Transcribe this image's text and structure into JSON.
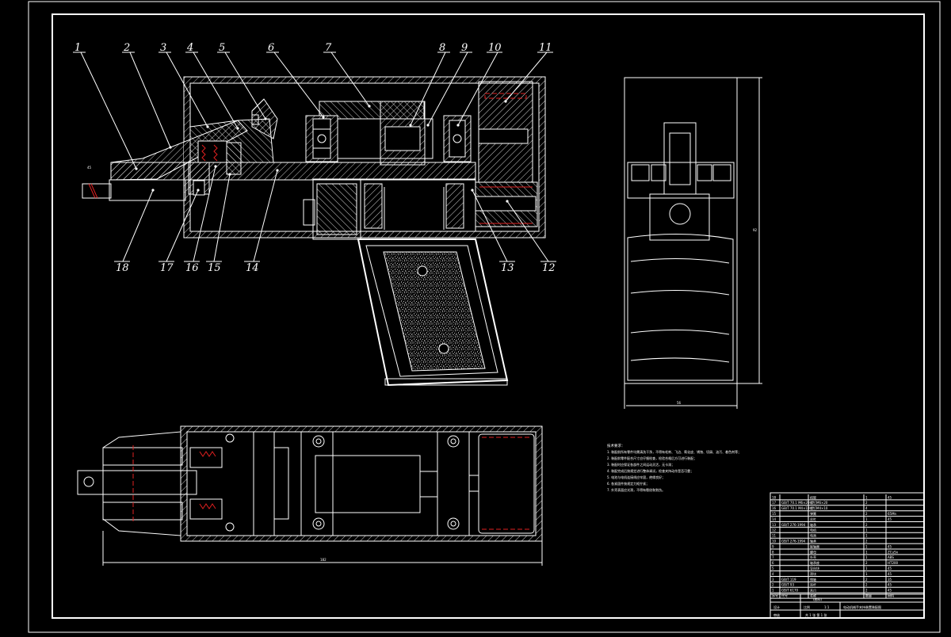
{
  "drawing": {
    "balloons": [
      "1",
      "2",
      "3",
      "4",
      "5",
      "6",
      "7",
      "8",
      "9",
      "10",
      "11",
      "12",
      "13",
      "14",
      "15",
      "16",
      "17",
      "18"
    ],
    "dimension_marks": {
      "left_tip": "45",
      "side_height": "92",
      "side_width": "56",
      "plan_length": "182"
    }
  },
  "notes": {
    "title": "技术要求：",
    "lines": [
      "1. 装配前所有零件均需清洗干净，不得有毛刺、飞边、氧化皮、锈蚀、切屑、油污、着色剂等；",
      "2. 装配前零件配合尺寸应仔细检查，检验合格后方可进行装配；",
      "3. 装配时应保证各部件之间运动灵活，无卡滞；",
      "4. 装配完成后按规定进行整体调试，检查夹持动作是否可靠；",
      "5. 电池与电机连接线应牢固，绝缘良好；",
      "6. 各紧固件按规定力矩拧紧；",
      "7. 外壳表面应光滑，不得有裂纹和划伤。"
    ]
  },
  "bom": {
    "rows": [
      {
        "no": "18",
        "code": "",
        "name": "机架",
        "qty": "1",
        "mat": "45"
      },
      {
        "no": "17",
        "code": "GB/T 70.1 M6×20",
        "name": "螺钉M6×20",
        "qty": "2",
        "mat": ""
      },
      {
        "no": "16",
        "code": "GB/T 70.1 M4×10",
        "name": "螺钉M4×10",
        "qty": "4",
        "mat": ""
      },
      {
        "no": "15",
        "code": "",
        "name": "弹簧",
        "qty": "2",
        "mat": "65Mn"
      },
      {
        "no": "14",
        "code": "",
        "name": "丝杠",
        "qty": "1",
        "mat": "45"
      },
      {
        "no": "13",
        "code": "GB/T 276-1994",
        "name": "轴承",
        "qty": "2",
        "mat": ""
      },
      {
        "no": "12",
        "code": "",
        "name": "电机",
        "qty": "1",
        "mat": ""
      },
      {
        "no": "11",
        "code": "",
        "name": "电池",
        "qty": "1",
        "mat": ""
      },
      {
        "no": "10",
        "code": "GB/T 276-1994",
        "name": "轴承",
        "qty": "2",
        "mat": ""
      },
      {
        "no": "9",
        "code": "",
        "name": "联轴器",
        "qty": "1",
        "mat": "45"
      },
      {
        "no": "8",
        "code": "",
        "name": "螺母",
        "qty": "1",
        "mat": "ZCuSn"
      },
      {
        "no": "7",
        "code": "",
        "name": "外壳",
        "qty": "1",
        "mat": "ABS"
      },
      {
        "no": "6",
        "code": "",
        "name": "轴承座",
        "qty": "2",
        "mat": "HT200"
      },
      {
        "no": "5",
        "code": "",
        "name": "导向块",
        "qty": "1",
        "mat": "45"
      },
      {
        "no": "4",
        "code": "",
        "name": "滑块",
        "qty": "1",
        "mat": "45"
      },
      {
        "no": "3",
        "code": "GB/T 119",
        "name": "销轴",
        "qty": "2",
        "mat": "35"
      },
      {
        "no": "2",
        "code": "GB/T 93",
        "name": "连杆",
        "qty": "2",
        "mat": "45"
      },
      {
        "no": "1",
        "code": "GB/T 6170",
        "name": "夹爪",
        "qty": "2",
        "mat": "45"
      }
    ],
    "header": {
      "no": "序号",
      "code": "代号",
      "name": "名称",
      "qty": "数量",
      "mat": "材料"
    }
  },
  "title_block": {
    "drawing_name": "(图样)",
    "scale_label": "比例",
    "scale": "1:1",
    "product": "电动机械手夹持装置装配图",
    "sheets": "共 1 张 第 1 张",
    "designer": "设计",
    "checker": "审核"
  }
}
